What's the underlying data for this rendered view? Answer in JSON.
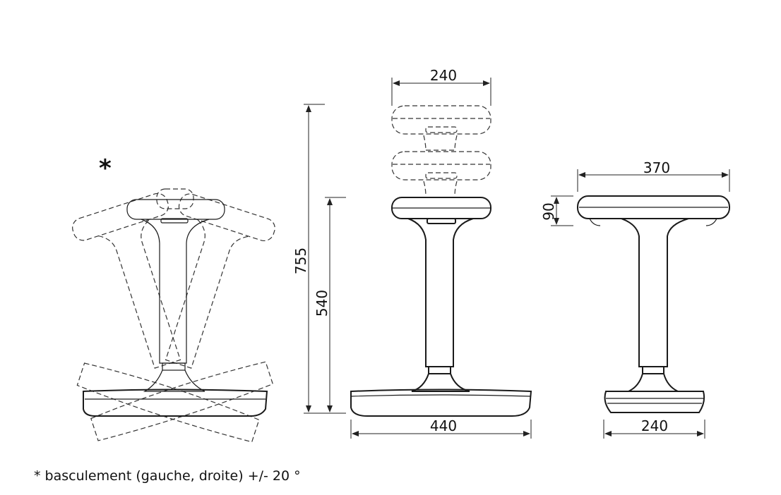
{
  "views": {
    "tilt": {
      "marker": "*"
    },
    "front": {
      "seat_width": "240",
      "max_height": "755",
      "min_height": "540",
      "base_width": "440"
    },
    "side": {
      "seat_depth": "370",
      "seat_thickness": "90",
      "base_depth": "240"
    }
  },
  "footnote": "* basculement (gauche, droite) +/- 20 °"
}
